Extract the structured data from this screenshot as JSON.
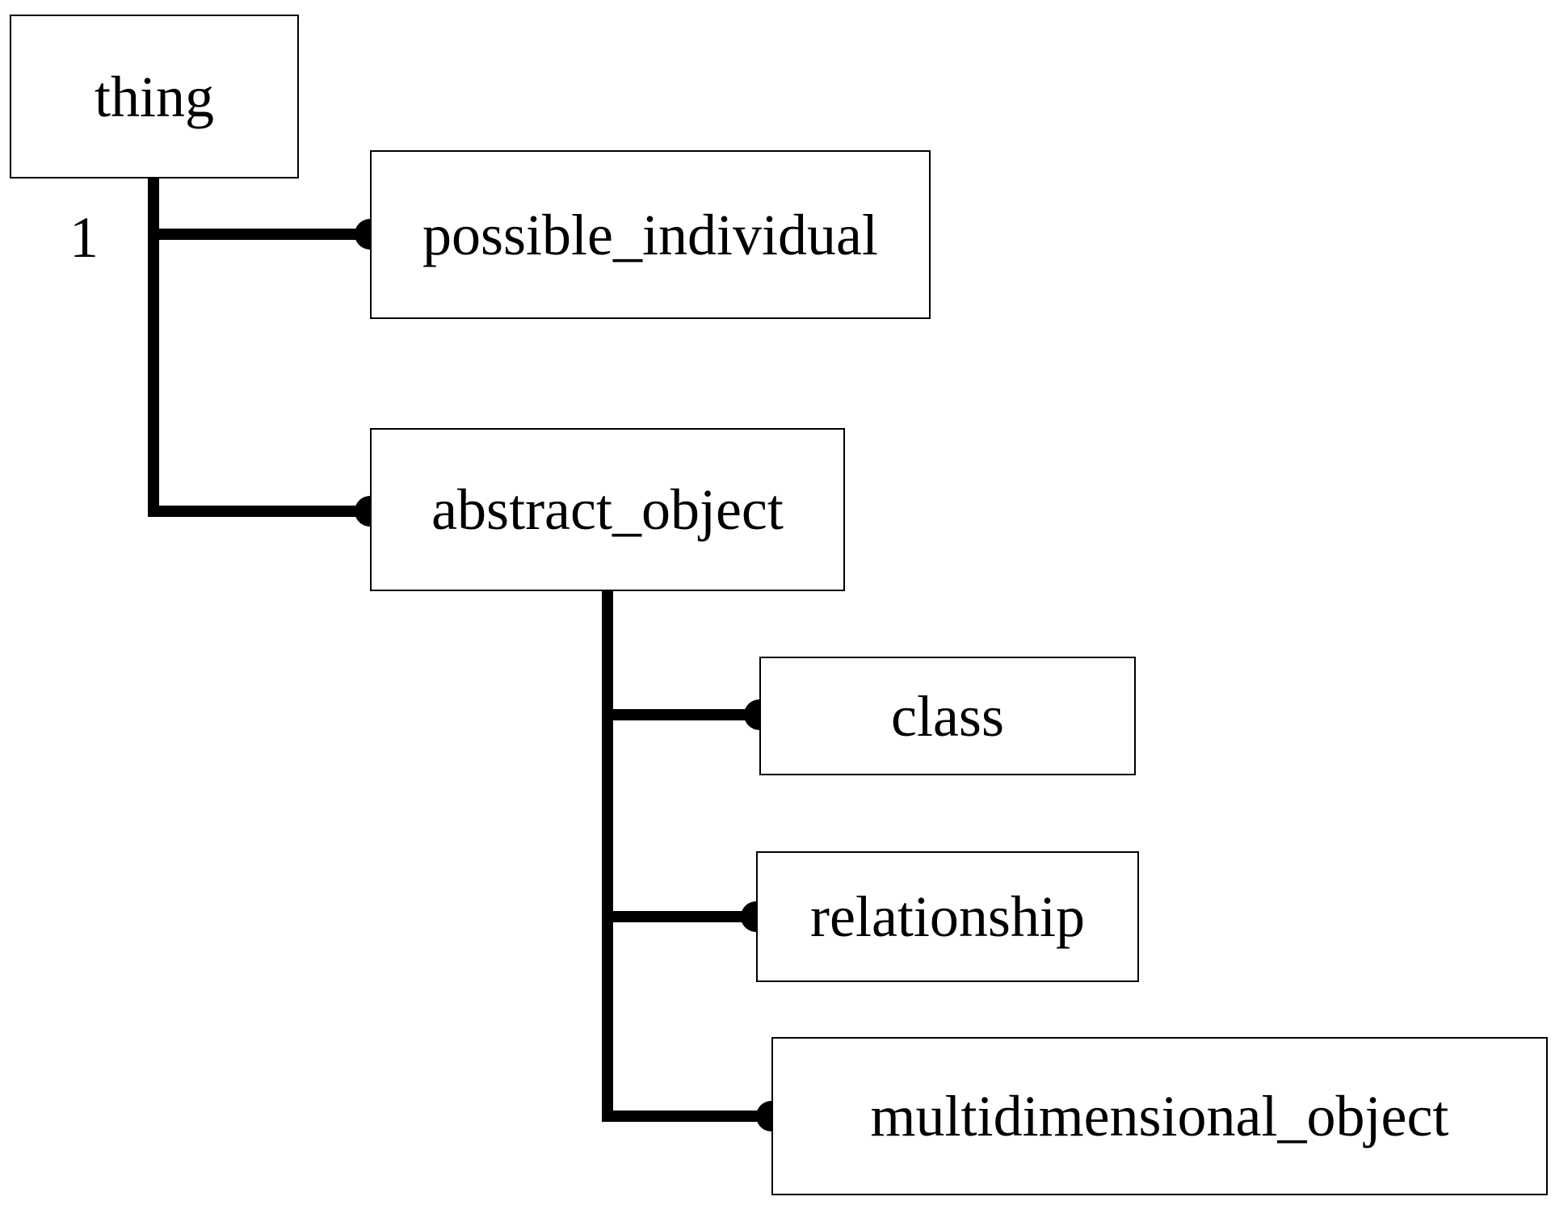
{
  "nodes": {
    "thing": "thing",
    "possible_individual": "possible_individual",
    "abstract_object": "abstract_object",
    "class": "class",
    "relationship": "relationship",
    "multidimensional_object": "multidimensional_object"
  },
  "cardinality": "1"
}
